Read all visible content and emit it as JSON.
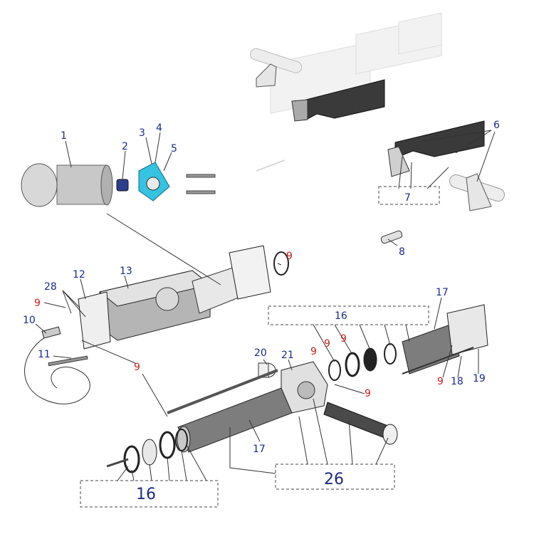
{
  "parts": {
    "1": "1",
    "2": "2",
    "3": "3",
    "4": "4",
    "5": "5",
    "6": "6",
    "7": "7",
    "8": "8",
    "9": "9",
    "10": "10",
    "11": "11",
    "12": "12",
    "13": "13",
    "16": "16",
    "17": "17",
    "18": "18",
    "19": "19",
    "20": "20",
    "21": "21",
    "26": "26",
    "28": "28"
  },
  "colors": {
    "label_blue": "#1b2a8a",
    "label_red": "#c8201c",
    "coupling_cyan": "#34c3e0",
    "motor_grey": "#bfbfbf",
    "tube_grey": "#8a8a8a"
  }
}
